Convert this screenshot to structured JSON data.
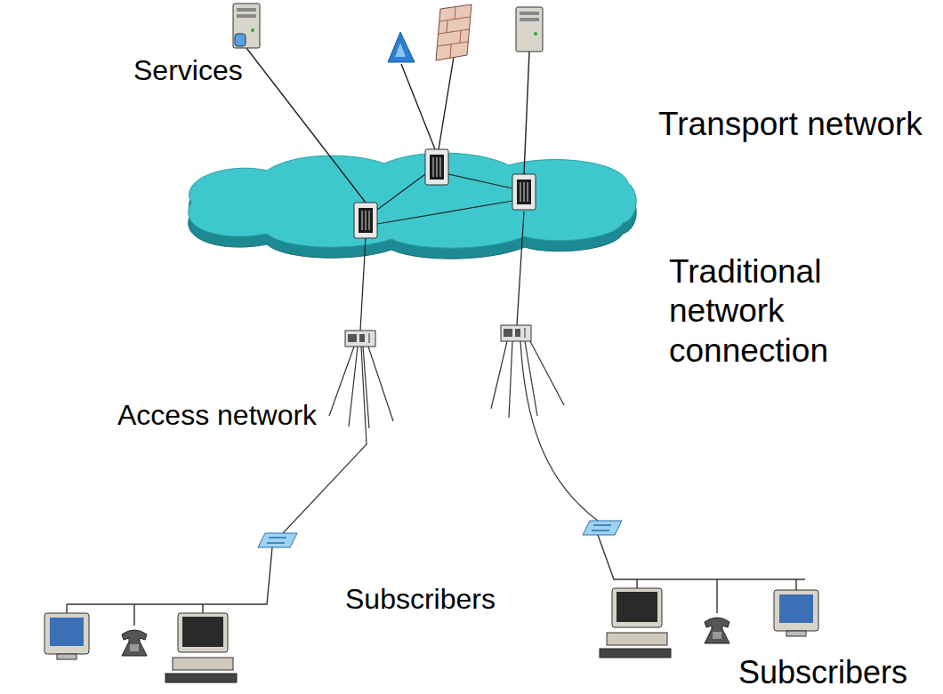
{
  "diagram": {
    "nodes": [
      {
        "text": [
          "Services"
        ]
      },
      {
        "text": [
          "Transport network"
        ]
      },
      {
        "text": [
          "Traditional network connection"
        ],
        "in": 1
      },
      {
        "text": [
          "Subscribers"
        ]
      },
      {
        "text": [
          "Subscribers"
        ]
      }
    ],
    "labels": [
      "Access network"
    ]
  }
}
